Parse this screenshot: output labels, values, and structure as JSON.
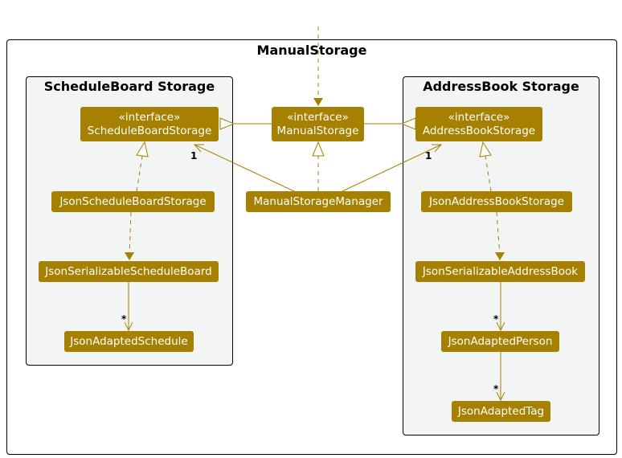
{
  "diagram": {
    "outer_title": "ManualStorage",
    "packages": {
      "schedule": "ScheduleBoard Storage",
      "address": "AddressBook Storage"
    },
    "nodes": {
      "schedule_iface": {
        "stereotype": "«interface»",
        "name": "ScheduleBoardStorage"
      },
      "manual_iface": {
        "stereotype": "«interface»",
        "name": "ManualStorage"
      },
      "address_iface": {
        "stereotype": "«interface»",
        "name": "AddressBookStorage"
      },
      "json_schedule_storage": "JsonScheduleBoardStorage",
      "manual_manager": "ManualStorageManager",
      "json_address_storage": "JsonAddressBookStorage",
      "json_serializable_schedule": "JsonSerializableScheduleBoard",
      "json_serializable_address": "JsonSerializableAddressBook",
      "json_adapted_schedule": "JsonAdaptedSchedule",
      "json_adapted_person": "JsonAdaptedPerson",
      "json_adapted_tag": "JsonAdaptedTag"
    },
    "multiplicities": {
      "manager_to_schedule": "1",
      "manager_to_address": "1",
      "schedule_board_to_schedule": "*",
      "address_book_to_person": "*",
      "person_to_tag": "*"
    },
    "colors": {
      "node_fill": "#a68000",
      "node_text": "#ffffff",
      "edge": "#a68000",
      "package_fill": "#f3f5f5"
    }
  }
}
